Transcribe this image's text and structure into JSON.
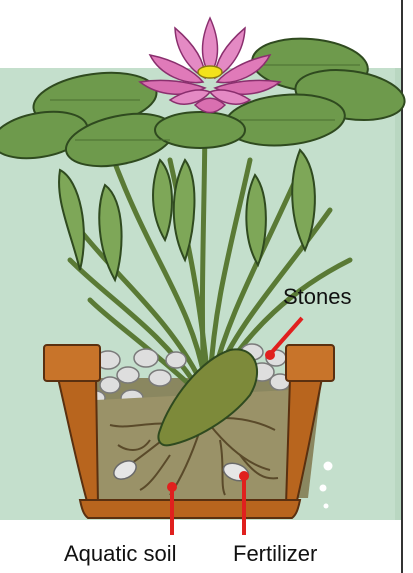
{
  "labels": {
    "stones": "Stones",
    "soil": "Aquatic soil",
    "fertilizer": "Fertilizer"
  },
  "colors": {
    "water": "#c4dfcc",
    "pot": "#b8651e",
    "pot_rim": "#c8742a",
    "soil": "#9a9268",
    "leaf": "#6e9a4c",
    "leaf_dark": "#2f4a1f",
    "flower": "#e48ac4",
    "flower_center": "#f2e21c",
    "rhizome": "#7d8a3a",
    "stone": "#dcdcdc",
    "pointer": "#e0201e"
  }
}
